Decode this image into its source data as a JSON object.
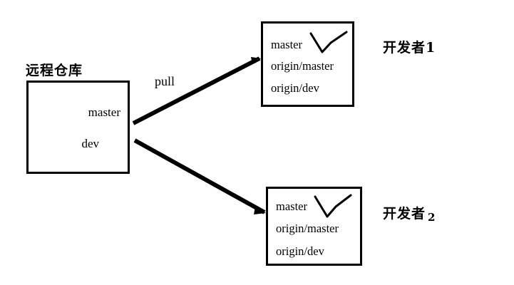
{
  "diagram": {
    "title_text": "远程仓库",
    "pull_label": "pull",
    "remote": {
      "branches": [
        "master",
        "dev"
      ]
    },
    "developer1": {
      "label": "开发者1",
      "refs": [
        "master",
        "origin/master",
        "origin/dev"
      ],
      "check_mark": "checkmark-icon"
    },
    "developer2": {
      "label_text": "开发者",
      "label_number": "2",
      "refs": [
        "master",
        "origin/master",
        "origin/dev"
      ],
      "check_mark": "checkmark-icon"
    },
    "colors": {
      "stroke": "#000000",
      "background": "#ffffff"
    }
  }
}
